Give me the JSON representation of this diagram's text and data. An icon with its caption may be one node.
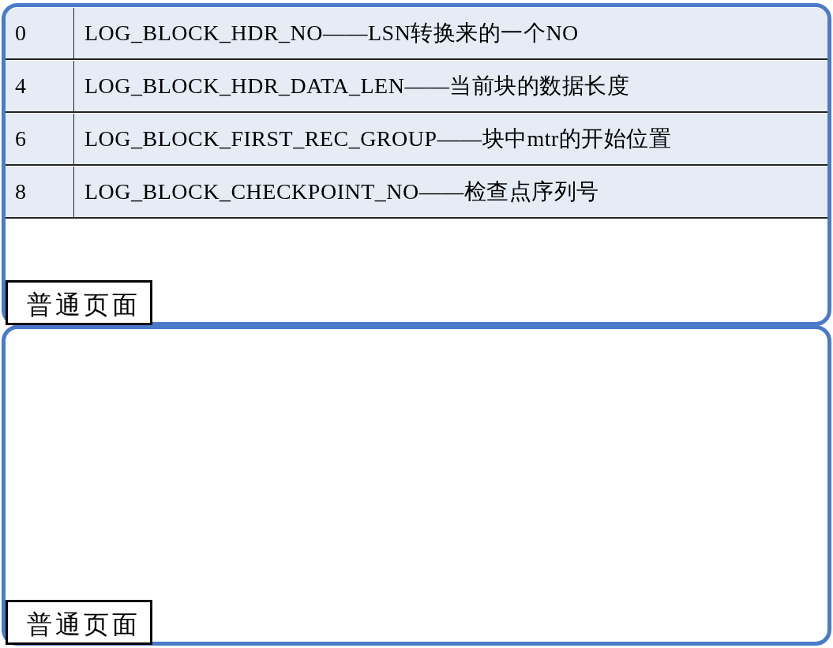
{
  "diagram": {
    "nodes": [
      {
        "text": [
          "普通页面"
        ]
      },
      {
        "text": [
          "普通页面"
        ]
      }
    ],
    "labels": [
      "0",
      "LOG_BLOCK_HDR_NO——LSN转换来的一个NO",
      "4",
      "LOG_BLOCK_HDR_DATA_LEN——当前块的数据长度",
      "6",
      "LOG_BLOCK_FIRST_REC_GROUP——块中mtr的开始位置",
      "8",
      "LOG_BLOCK_CHECKPOINT_NO——检查点序列号"
    ]
  }
}
